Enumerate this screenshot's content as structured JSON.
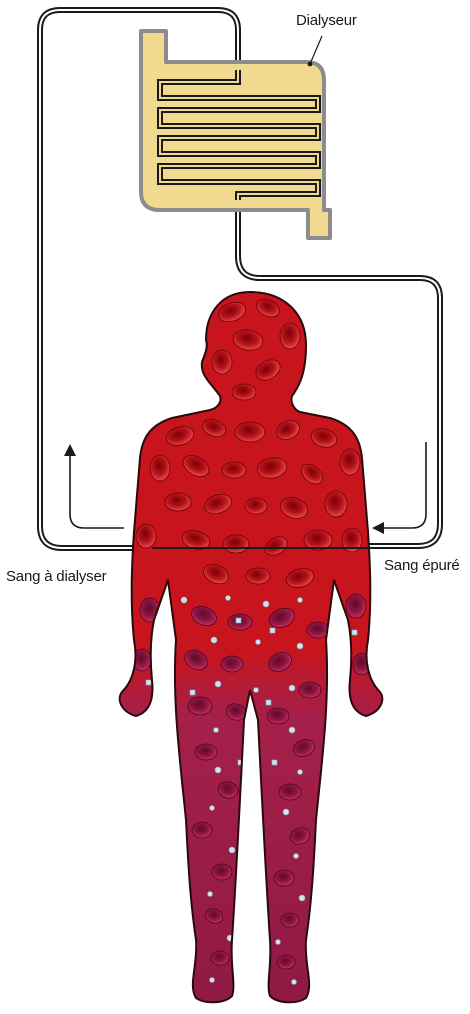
{
  "labels": {
    "dialyzer": "Dialyseur",
    "blood_to_dialyze": "Sang à dialyser",
    "purified_blood": "Sang épuré"
  },
  "colors": {
    "dialyzer_fill": "#f1d98f",
    "dialyzer_stroke": "#8c8c8c",
    "tube": "#1a1a1a",
    "blood_upper": "#c8141c",
    "blood_lower": "#9b1a48",
    "cell_light": "#e23a3a",
    "cell_dark": "#8a0a10",
    "toxin_particle": "#b9d6ec"
  },
  "icons": {
    "flow_arrow_left": "arrow-up-icon",
    "flow_arrow_right": "arrow-left-icon"
  }
}
